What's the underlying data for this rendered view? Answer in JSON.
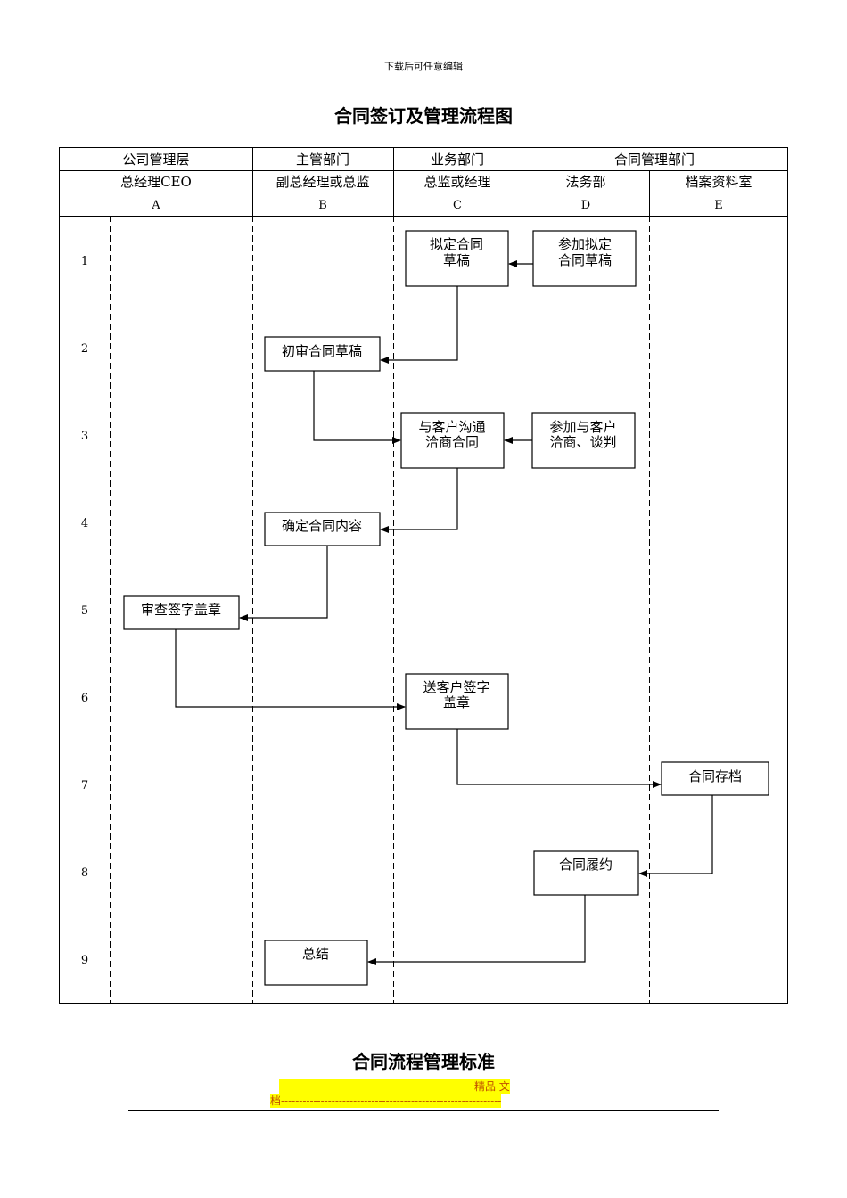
{
  "header_note": "下载后可任意编辑",
  "title": "合同签订及管理流程图",
  "table": {
    "groups": [
      "公司管理层",
      "主管部门",
      "业务部门",
      "合同管理部门"
    ],
    "roles": [
      "总经理CEO",
      "副总经理或总监",
      "总监或经理",
      "法务部",
      "档案资料室"
    ],
    "columns": [
      "A",
      "B",
      "C",
      "D",
      "E"
    ],
    "rows": [
      "1",
      "2",
      "3",
      "4",
      "5",
      "6",
      "7",
      "8",
      "9"
    ]
  },
  "steps": {
    "s1c": [
      "拟定合同",
      "草稿"
    ],
    "s1d": [
      "参加拟定",
      "合同草稿"
    ],
    "s2b": [
      "初审合同草稿"
    ],
    "s3c": [
      "与客户沟通",
      "洽商合同"
    ],
    "s3d": [
      "参加与客户",
      "洽商、谈判"
    ],
    "s4b": [
      "确定合同内容"
    ],
    "s5a": [
      "审查签字盖章"
    ],
    "s6c": [
      "送客户签字",
      "盖章"
    ],
    "s7e": [
      "合同存档"
    ],
    "s8d": [
      "合同履约"
    ],
    "s9b": [
      "总结"
    ]
  },
  "subtitle": "合同流程管理标准",
  "footer": {
    "line1": "------------------------------------------------------精品 文",
    "line2": "档-------------------------------------------------------------"
  }
}
